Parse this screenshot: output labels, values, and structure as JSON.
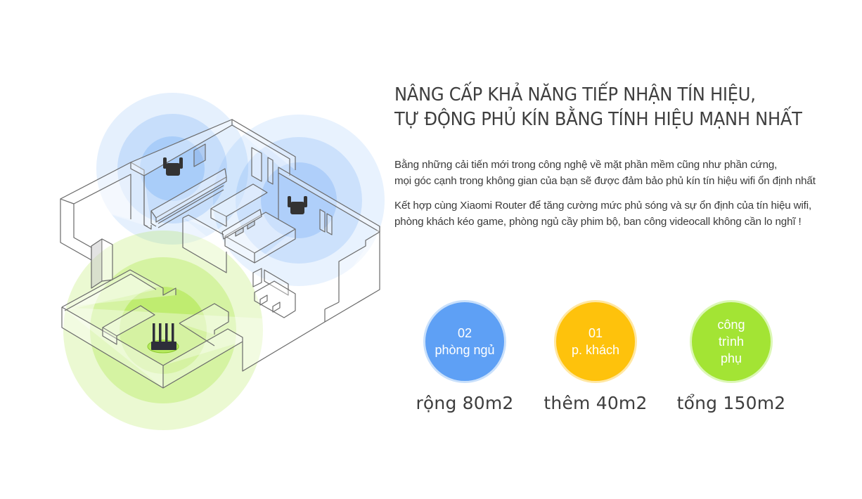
{
  "headline": {
    "line1": "NÂNG CẤP KHẢ NĂNG TIẾP NHẬN TÍN HIỆU,",
    "line2": "TỰ ĐỘNG PHỦ KÍN BẰNG TÍNH HIỆU MẠNH NHẤT"
  },
  "paragraphs": [
    {
      "line1": "Bằng những cải tiến mới trong công nghệ về mặt phần mềm cũng như phần cứng,",
      "line2": " mọi góc cạnh trong không gian của bạn sẽ được đảm bảo phủ kín tín hiệu wifi ổn định nhất"
    },
    {
      "line1": "Kết hợp cùng Xiaomi Router để tăng cường mức phủ sóng và sự ổn định của tín hiệu wifi,",
      "line2": "phòng khách kéo game, phòng ngủ cầy phim bộ, ban công videocall không cần lo nghĩ !"
    }
  ],
  "stats": [
    {
      "lines": [
        "02",
        "phòng ngủ"
      ],
      "caption": "rộng 80m2",
      "color": "#5ea0f5"
    },
    {
      "lines": [
        "01",
        "p. khách"
      ],
      "caption": "thêm 40m2",
      "color": "#fec20c"
    },
    {
      "lines": [
        "công",
        "trình",
        "phụ"
      ],
      "caption": "tổng 150m2",
      "color": "#a3e434"
    }
  ],
  "illustration": {
    "description": "isometric-floor-plan-wifi-coverage",
    "devices": [
      {
        "type": "wifi-extender-icon",
        "zone": "blue"
      },
      {
        "type": "wifi-extender-icon",
        "zone": "blue"
      },
      {
        "type": "router-icon",
        "zone": "green"
      }
    ],
    "colors": {
      "blue_signal": "#5ea0f5",
      "green_signal": "#a3e434"
    }
  }
}
